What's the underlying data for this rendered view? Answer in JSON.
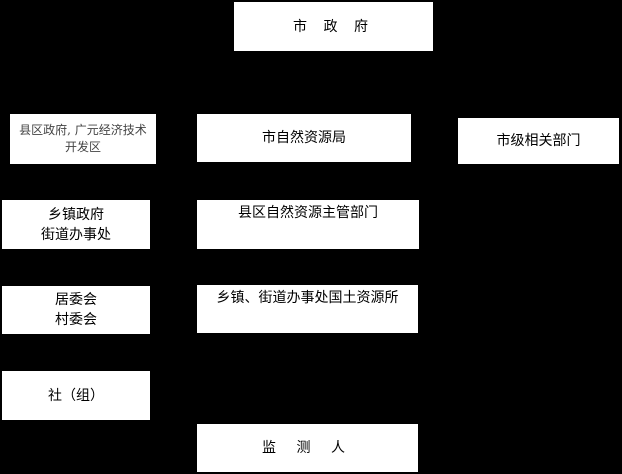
{
  "nodes": {
    "city_gov": "市 政 府",
    "county_gov": "县区政府, 广元经济技术开发区",
    "nr_bureau": "市自然资源局",
    "city_depts": "市级相关部门",
    "town_gov": [
      "乡镇政府",
      "街道办事处"
    ],
    "county_nr": "县区自然资源主管部门",
    "committee": [
      "居委会",
      "村委会"
    ],
    "land_office": "乡镇、街道办事处国土资源所",
    "group": "社（组）",
    "monitor": "监 测 人"
  }
}
